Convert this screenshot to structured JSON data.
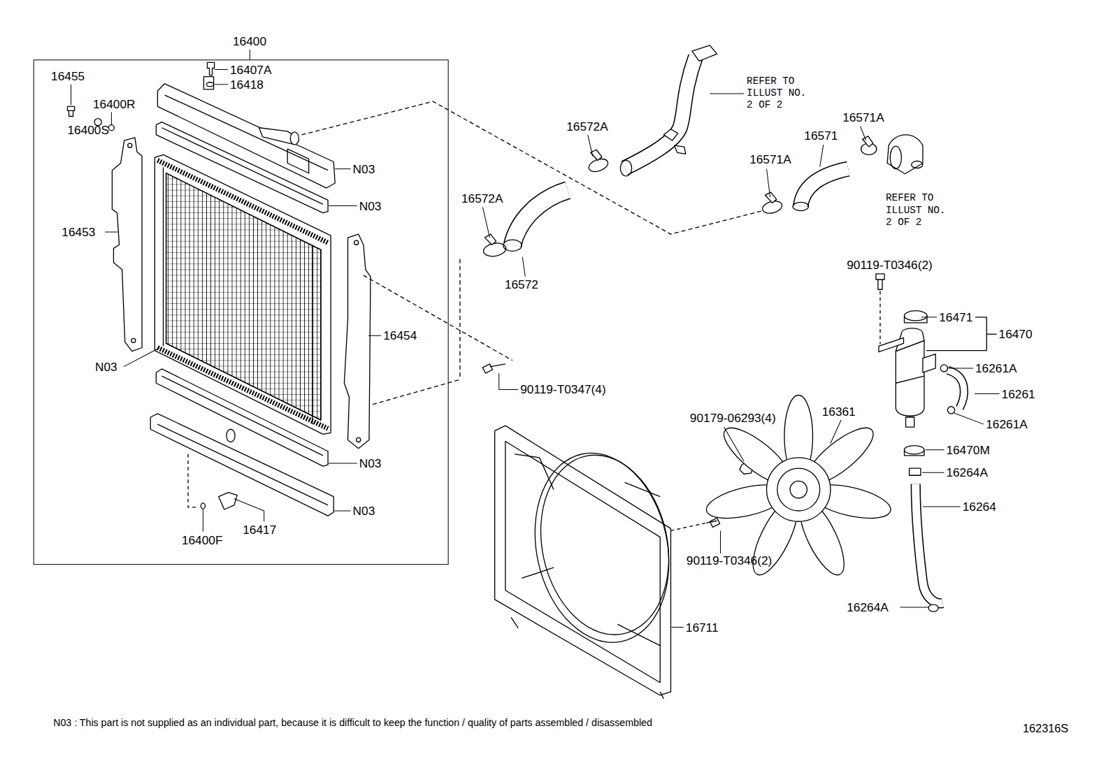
{
  "diagram": {
    "nodes": [
      {
        "text": [
          "16400"
        ]
      }
    ],
    "labels": [
      "16455",
      "16407A",
      "16418",
      "16400R",
      "16400S",
      "N03",
      "N03",
      "16453",
      "16454",
      "N03",
      "N03",
      "N03",
      "16417",
      "16400F",
      "16572A",
      "16572A",
      "16572",
      "REFER TO ILLUST NO. 2 OF 2",
      "16571A",
      "16571",
      "16571A",
      "REFER TO ILLUST NO. 2 OF 2",
      "90119-T0346(2)",
      "16471",
      "16470",
      "16261A",
      "16261",
      "16261A",
      "90119-T0347(4)",
      "90179-06293(4)",
      "16361",
      "16470M",
      "16264A",
      "16264",
      "90119-T0346(2)",
      "16711",
      "16264A",
      "N03 : This part is not supplied as an individual part, because it is difficult to keep the function / quality of parts assembled / disassembled",
      "162316S"
    ]
  }
}
